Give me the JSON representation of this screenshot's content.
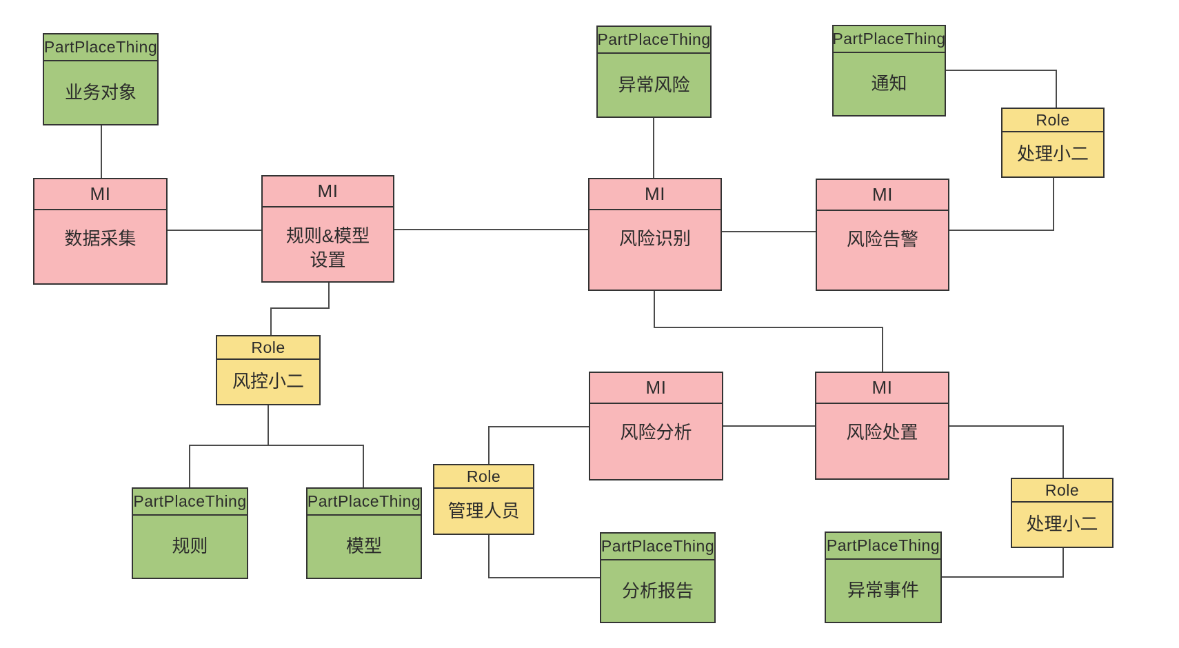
{
  "diagram": {
    "title": "risk-control-process-diagram",
    "colors": {
      "green_fill": "#a6c97f",
      "pink_fill": "#f9b8ba",
      "yellow_fill": "#f9e18c",
      "border": "#333333",
      "connector": "#4a4a4a",
      "text": "#2b2b2b",
      "background": "#ffffff"
    },
    "node_types": {
      "green": "PartPlaceThing",
      "pink": "MI",
      "yellow": "Role"
    },
    "nodes": {
      "business_object": {
        "type": "PartPlaceThing",
        "label": "业务对象"
      },
      "data_collection": {
        "type": "MI",
        "label": "数据采集"
      },
      "rule_model_setting": {
        "type": "MI",
        "label": "规则&模型\n设置"
      },
      "abnormal_risk": {
        "type": "PartPlaceThing",
        "label": "异常风险"
      },
      "risk_identification": {
        "type": "MI",
        "label": "风险识别"
      },
      "notification": {
        "type": "PartPlaceThing",
        "label": "通知"
      },
      "handler_top": {
        "type": "Role",
        "label": "处理小二"
      },
      "risk_alert": {
        "type": "MI",
        "label": "风险告警"
      },
      "risk_control": {
        "type": "Role",
        "label": "风控小二"
      },
      "rule": {
        "type": "PartPlaceThing",
        "label": "规则"
      },
      "model": {
        "type": "PartPlaceThing",
        "label": "模型"
      },
      "risk_analysis": {
        "type": "MI",
        "label": "风险分析"
      },
      "risk_disposal": {
        "type": "MI",
        "label": "风险处置"
      },
      "manager": {
        "type": "Role",
        "label": "管理人员"
      },
      "analysis_report": {
        "type": "PartPlaceThing",
        "label": "分析报告"
      },
      "abnormal_event": {
        "type": "PartPlaceThing",
        "label": "异常事件"
      },
      "handler_bottom": {
        "type": "Role",
        "label": "处理小二"
      }
    }
  }
}
